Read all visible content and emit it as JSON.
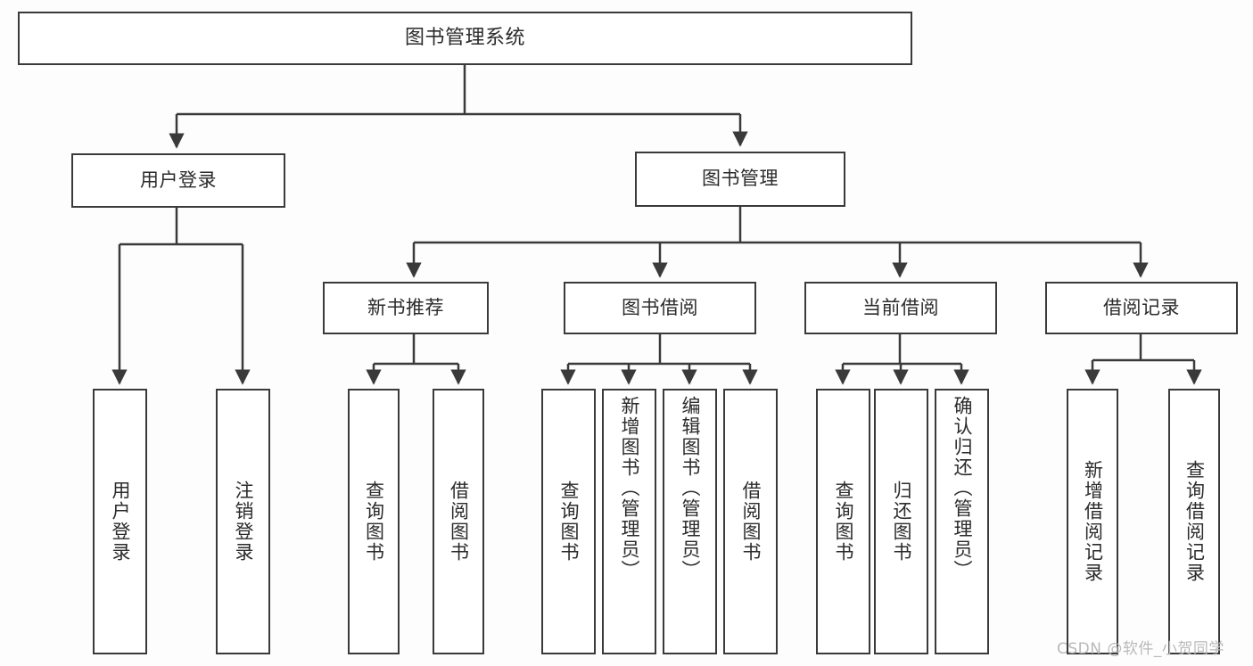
{
  "diagram": {
    "title": "图书管理系统",
    "type": "tree-hierarchy-diagram",
    "colors": {
      "background": "#fdfdfd",
      "node_fill": "#ffffff",
      "node_border": "#3a3a3a",
      "text": "#2b2b2b",
      "connector": "#3a3a3a",
      "watermark": "#b9b9b9"
    },
    "watermark": "CSDN @软件_小贺同学"
  },
  "nodes": {
    "root": {
      "label": "图书管理系统"
    },
    "level2": [
      {
        "id": "user-login",
        "label": "用户登录"
      },
      {
        "id": "book-management",
        "label": "图书管理"
      }
    ],
    "level3": [
      {
        "id": "new-book-recommend",
        "label": "新书推荐"
      },
      {
        "id": "book-borrow",
        "label": "图书借阅"
      },
      {
        "id": "current-borrow",
        "label": "当前借阅"
      },
      {
        "id": "borrow-record",
        "label": "借阅记录"
      }
    ],
    "leaves": {
      "user_login": [
        {
          "id": "leaf-user-login",
          "label": "用户登录"
        },
        {
          "id": "leaf-logout-login",
          "label": "注销登录"
        }
      ],
      "new_book_recommend": [
        {
          "id": "leaf-query-book-1",
          "label": "查询图书"
        },
        {
          "id": "leaf-borrow-book-1",
          "label": "借阅图书"
        }
      ],
      "book_borrow": [
        {
          "id": "leaf-query-book-2",
          "label": "查询图书"
        },
        {
          "id": "leaf-add-book",
          "label": "新增图书（管理员）"
        },
        {
          "id": "leaf-edit-book",
          "label": "编辑图书（管理员）"
        },
        {
          "id": "leaf-borrow-book-2",
          "label": "借阅图书"
        }
      ],
      "current_borrow": [
        {
          "id": "leaf-query-book-3",
          "label": "查询图书"
        },
        {
          "id": "leaf-return-book",
          "label": "归还图书"
        },
        {
          "id": "leaf-confirm-return",
          "label": "确认归还（管理员）"
        }
      ],
      "borrow_record": [
        {
          "id": "leaf-add-record",
          "label": "新增借阅记录"
        },
        {
          "id": "leaf-query-record",
          "label": "查询借阅记录"
        }
      ]
    }
  }
}
